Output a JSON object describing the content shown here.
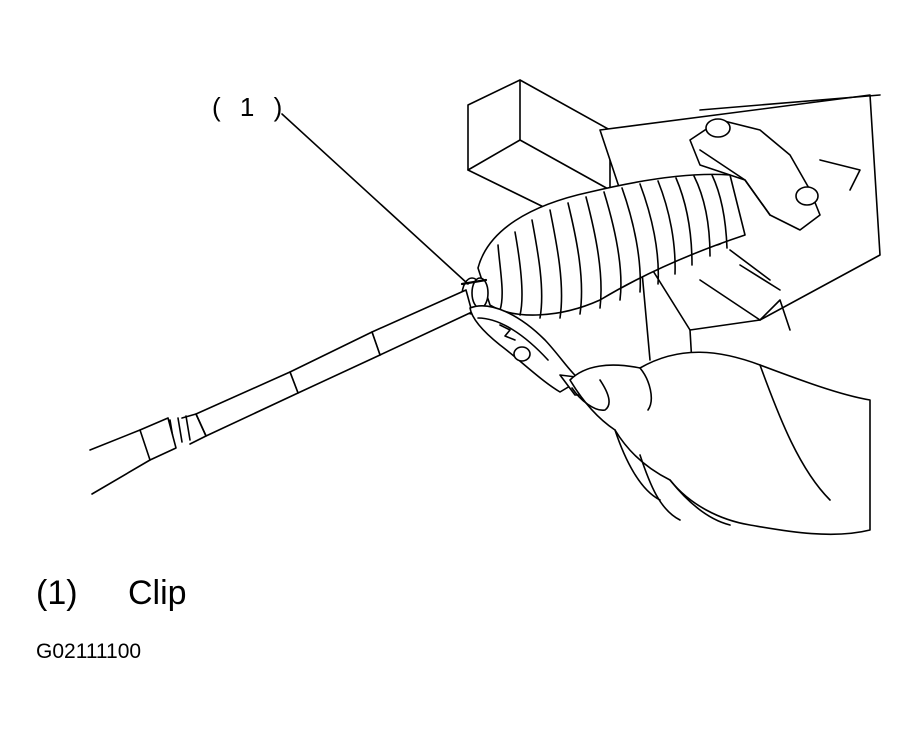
{
  "callout": {
    "label": "( 1 )"
  },
  "legend": [
    {
      "number": "(1)",
      "text": "Clip"
    }
  ],
  "figure_code": "G02111100",
  "colors": {
    "ink": "#000000",
    "paper": "#ffffff"
  }
}
